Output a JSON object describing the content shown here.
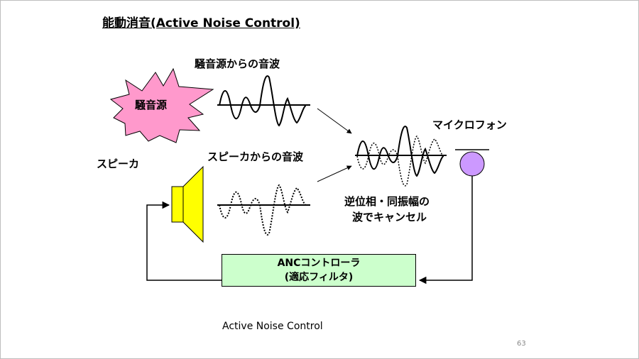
{
  "title": "能動消音(Active Noise Control)",
  "labels": {
    "noise_source": "騒音源",
    "noise_wave": "騒音源からの音波",
    "speaker": "スピーカ",
    "speaker_wave": "スピーカからの音波",
    "microphone": "マイクロフォン",
    "cancel_line1": "逆位相・同振幅の",
    "cancel_line2": "波でキャンセル",
    "controller_line1": "ANCコントローラ",
    "controller_line2": "(適応フィルタ)"
  },
  "caption": "Active Noise Control",
  "page_number": "63",
  "colors": {
    "starburst": "#ff99cc",
    "speaker": "#ffff00",
    "microphone": "#cc99ff",
    "controller": "#ccffcc"
  }
}
